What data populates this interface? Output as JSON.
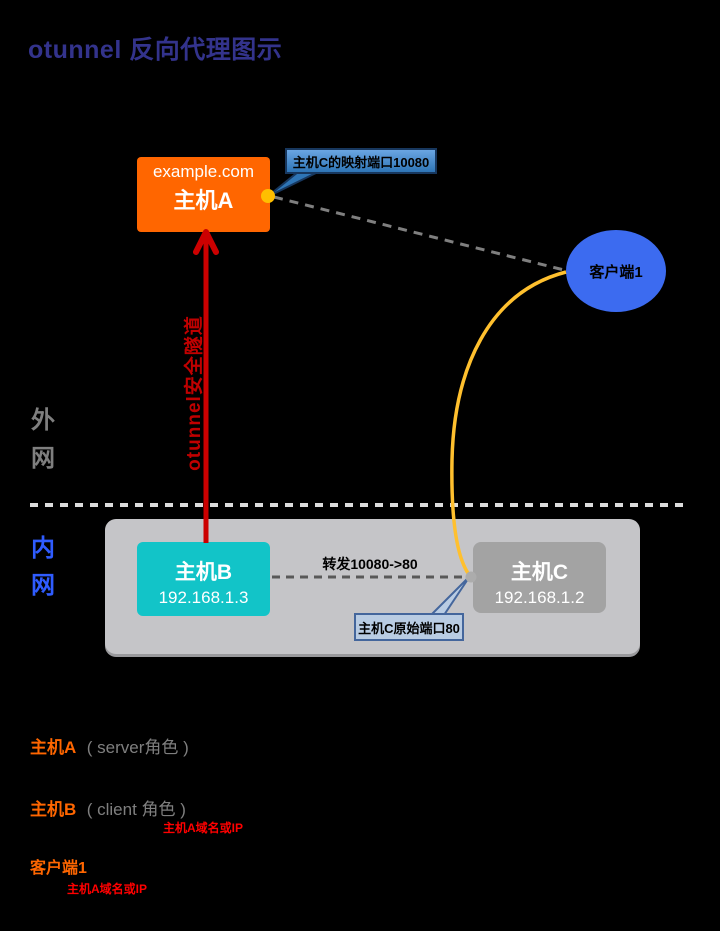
{
  "title": "otunnel 反向代理图示",
  "zones": {
    "outer": "外网",
    "inner": "内网"
  },
  "nodes": {
    "host_a": {
      "domain": "example.com",
      "name": "主机A"
    },
    "host_b": {
      "name": "主机B",
      "ip": "192.168.1.3"
    },
    "host_c": {
      "name": "主机C",
      "ip": "192.168.1.2"
    },
    "client": {
      "name": "客户端1"
    }
  },
  "labels": {
    "mapped_port_callout": "主机C的映射端口10080",
    "origin_port_callout": "主机C原始端口80",
    "forward": "转发10080->80",
    "tunnel": "otunnel安全隧道"
  },
  "legend": {
    "host_a": {
      "name": "主机A",
      "role": "( server角色 )"
    },
    "host_b": {
      "name": "主机B",
      "role": "( client 角色 )"
    },
    "client": {
      "name": "客户端1"
    },
    "note_host_b": "主机A域名或IP",
    "note_client": "主机A域名或IP"
  },
  "colors": {
    "title": "#33338C",
    "host_a": "#FF6600",
    "host_b": "#12C4C8",
    "host_c": "#A3A3A3",
    "client": "#3C6BF0",
    "lan_container": "#C5C5C8",
    "tunnel_red": "#C00000",
    "yellow_line": "#FFC02E",
    "callout_blue": "#2E75B6",
    "callout_light": "#B9CCE3",
    "zone_outer_text": "#7F7F7F",
    "zone_inner_text": "#2F5CFF",
    "legend_orange": "#FF6600",
    "legend_note_red": "#FF0000"
  }
}
